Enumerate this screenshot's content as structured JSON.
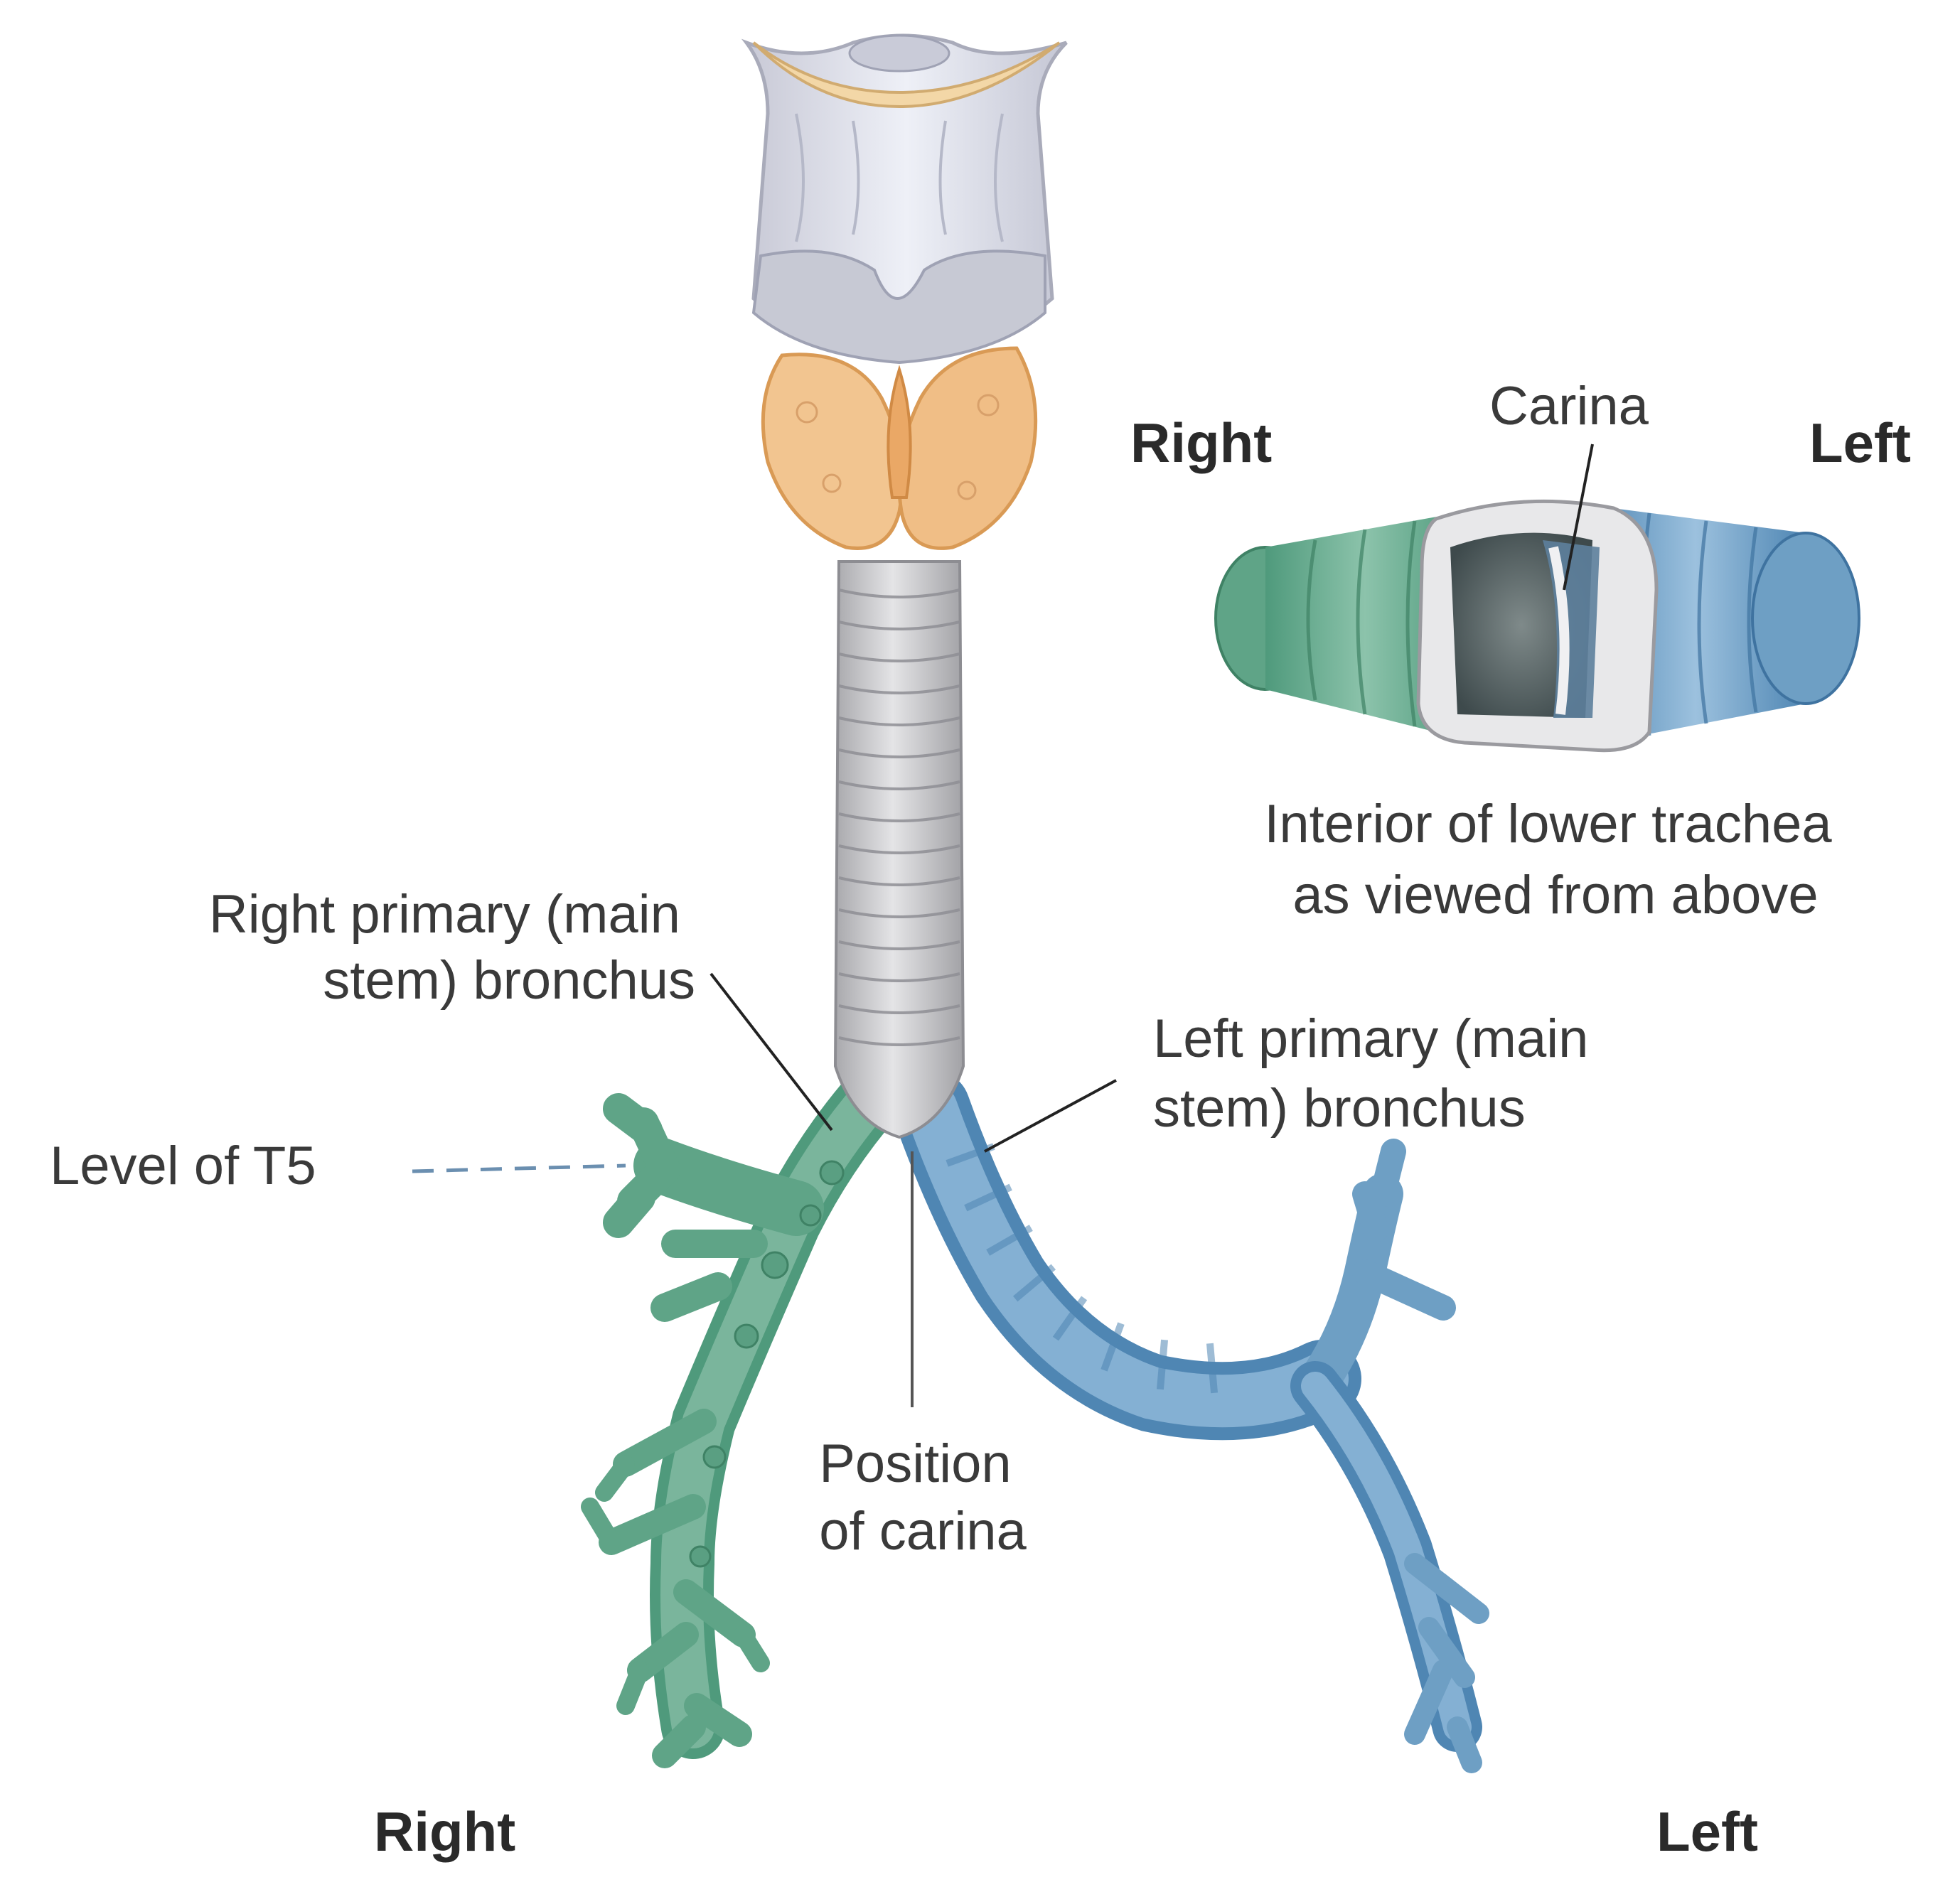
{
  "labels": {
    "right_primary_bronchus": [
      "Right primary (main",
      "stem) bronchus"
    ],
    "left_primary_bronchus": [
      "Left primary (main",
      "stem) bronchus"
    ],
    "level_t5": "Level of T5",
    "position_of_carina": [
      "Position",
      "of carina"
    ],
    "bottom_right": "Right",
    "bottom_left": "Left"
  },
  "inset": {
    "carina": "Carina",
    "right": "Right",
    "left": "Left",
    "caption": [
      "Interior of lower trachea",
      "as viewed from above"
    ]
  },
  "colors": {
    "right_bronchus": "#6aab93",
    "left_bronchus": "#6e9fc4",
    "trachea": "#c9c9cb",
    "thyroid": "#f2c590",
    "larynx": "#dfe0ea"
  }
}
